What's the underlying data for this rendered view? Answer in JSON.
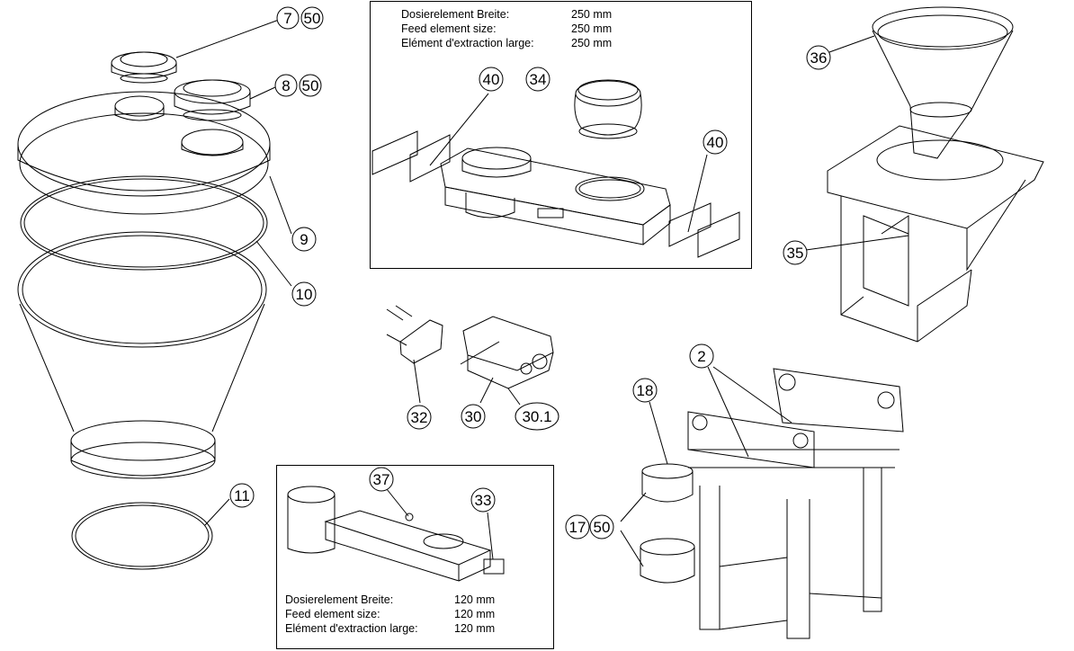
{
  "spec_top": {
    "rows": [
      {
        "label": "Dosierelement Breite:",
        "value": "250 mm"
      },
      {
        "label": "Feed element size:",
        "value": "250 mm"
      },
      {
        "label": "Elément d'extraction large:",
        "value": "250 mm"
      }
    ]
  },
  "spec_bottom": {
    "rows": [
      {
        "label": "Dosierelement Breite:",
        "value": "120 mm"
      },
      {
        "label": "Feed element size:",
        "value": "120 mm"
      },
      {
        "label": "Elément d'extraction large:",
        "value": "120 mm"
      }
    ]
  },
  "callouts": {
    "c7": "7",
    "c8": "8",
    "c50a": "50",
    "c50b": "50",
    "c9": "9",
    "c10": "10",
    "c11": "11",
    "c40a": "40",
    "c34": "34",
    "c40b": "40",
    "c36": "36",
    "c35": "35",
    "c32": "32",
    "c30": "30",
    "c301": "30.1",
    "c37": "37",
    "c33": "33",
    "c2": "2",
    "c18": "18",
    "c17": "17",
    "c50c": "50"
  }
}
